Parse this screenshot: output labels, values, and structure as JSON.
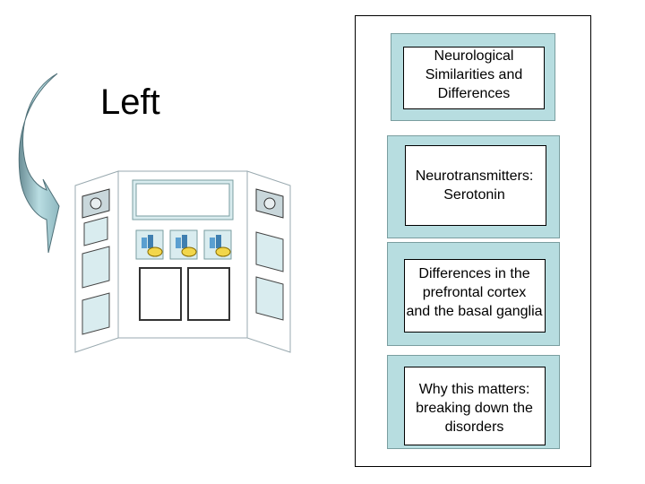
{
  "left_label": "Left",
  "cards": [
    {
      "text": "Neurological\nSimilarities and\nDifferences"
    },
    {
      "text": "Neurotransmitters:\nSerotonin"
    },
    {
      "text": "Differences in the\nprefrontal cortex\nand the basal ganglia"
    },
    {
      "text": "Why this matters:\nbreaking down the\ndisorders"
    }
  ],
  "colors": {
    "card_fill": "#b7dde0",
    "arrow_fill": "#a9d0d6",
    "board_panel": "#eaf4f6"
  },
  "icons": {
    "camera": "camera-icon",
    "chart": "chart-icon",
    "coin": "coin-icon"
  }
}
